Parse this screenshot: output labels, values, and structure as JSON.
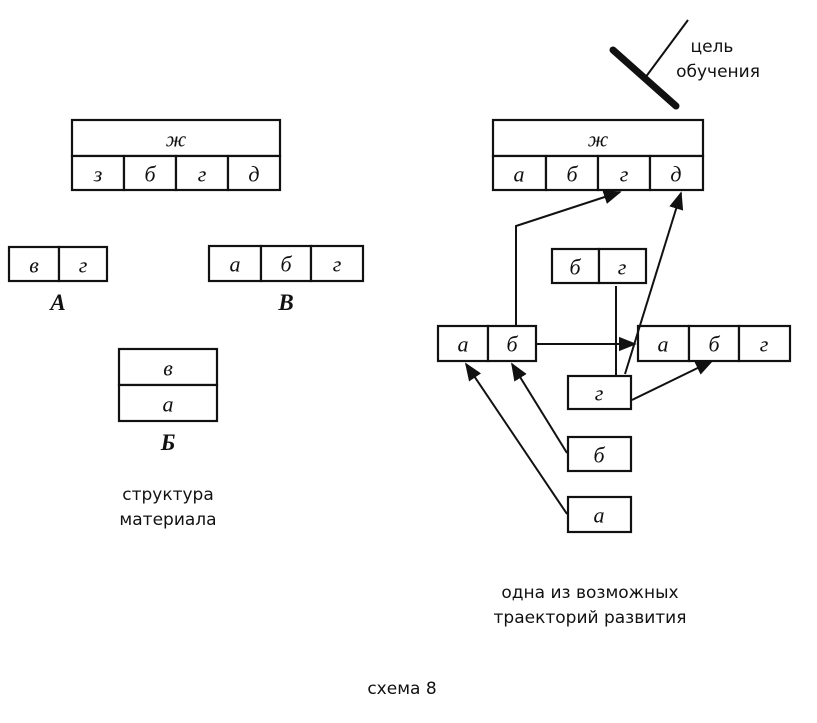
{
  "left": {
    "top_block": {
      "header": "ж",
      "cells": [
        "з",
        "б",
        "г",
        "д"
      ]
    },
    "group_A": {
      "cells": [
        "в",
        "г"
      ],
      "label": "А"
    },
    "group_B": {
      "cells": [
        "в",
        "а"
      ],
      "label": "Б"
    },
    "group_V": {
      "cells": [
        "а",
        "б",
        "г"
      ],
      "label": "В"
    },
    "caption_line1": "структура",
    "caption_line2": "материала"
  },
  "right": {
    "goal_line1": "цель",
    "goal_line2": "обучения",
    "top_block": {
      "header": "ж",
      "cells": [
        "а",
        "б",
        "г",
        "д"
      ]
    },
    "pair_bg": [
      "б",
      "г"
    ],
    "pair_ab": [
      "а",
      "б"
    ],
    "triple_abg": [
      "а",
      "б",
      "г"
    ],
    "single_g": "г",
    "single_b": "б",
    "single_a": "а",
    "caption_line1": "одна из возможных",
    "caption_line2": "траекторий развития"
  },
  "footer": "схема 8"
}
